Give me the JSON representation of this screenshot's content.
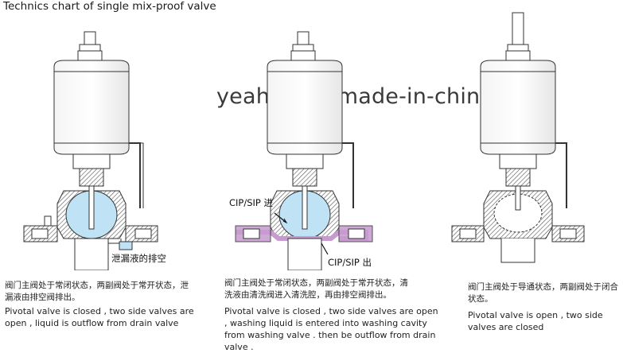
{
  "title": "Technics chart of single mix-proof valve",
  "watermark": "yeahoo.en.made-in-china.com",
  "labels": {
    "drain_cn": "泄漏液的排空",
    "cip_in": "CIP/SIP 进",
    "cip_out": "CIP/SIP 出"
  },
  "captions": [
    {
      "cn": "阀门主阀处于常闭状态，两副阀处于常开状态，泄漏液由排空阀排出。",
      "en": "Pivotal valve is closed , two side valves are open , liquid is outflow from drain valve"
    },
    {
      "cn": "阀门主阀处于常闭状态，两副阀处于常开状态，清洗液由清洗阀进入清洗腔，再由排空阀排出。",
      "en": "Pivotal valve is closed , two side valves are open , washing liquid is entered into washing cavity from washing valve . then be outflow from drain valve ."
    },
    {
      "cn": "阀门主阀处于导通状态，两副阀处于闭合状态。",
      "en": "Pivotal valve is open , two side valves are closed"
    }
  ],
  "colors": {
    "liquid": "#bfe3f5",
    "cleaning": "#c79bd0",
    "outline": "#333333",
    "hatch": "#555555"
  }
}
